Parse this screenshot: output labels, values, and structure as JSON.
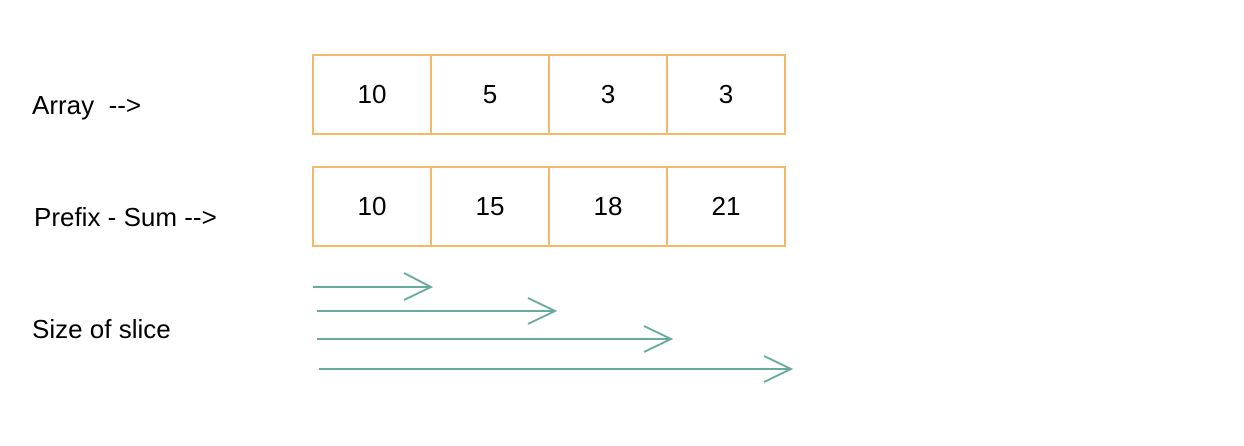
{
  "labels": {
    "array": "Array  -->",
    "prefix": "Prefix - Sum -->",
    "slice": "Size of slice"
  },
  "array": [
    "10",
    "5",
    "3",
    "3"
  ],
  "prefix_sum": [
    "10",
    "15",
    "18",
    "21"
  ],
  "colors": {
    "cell_border": "#f3b86a",
    "arrow": "#67ab9f"
  },
  "arrows_count": 4
}
